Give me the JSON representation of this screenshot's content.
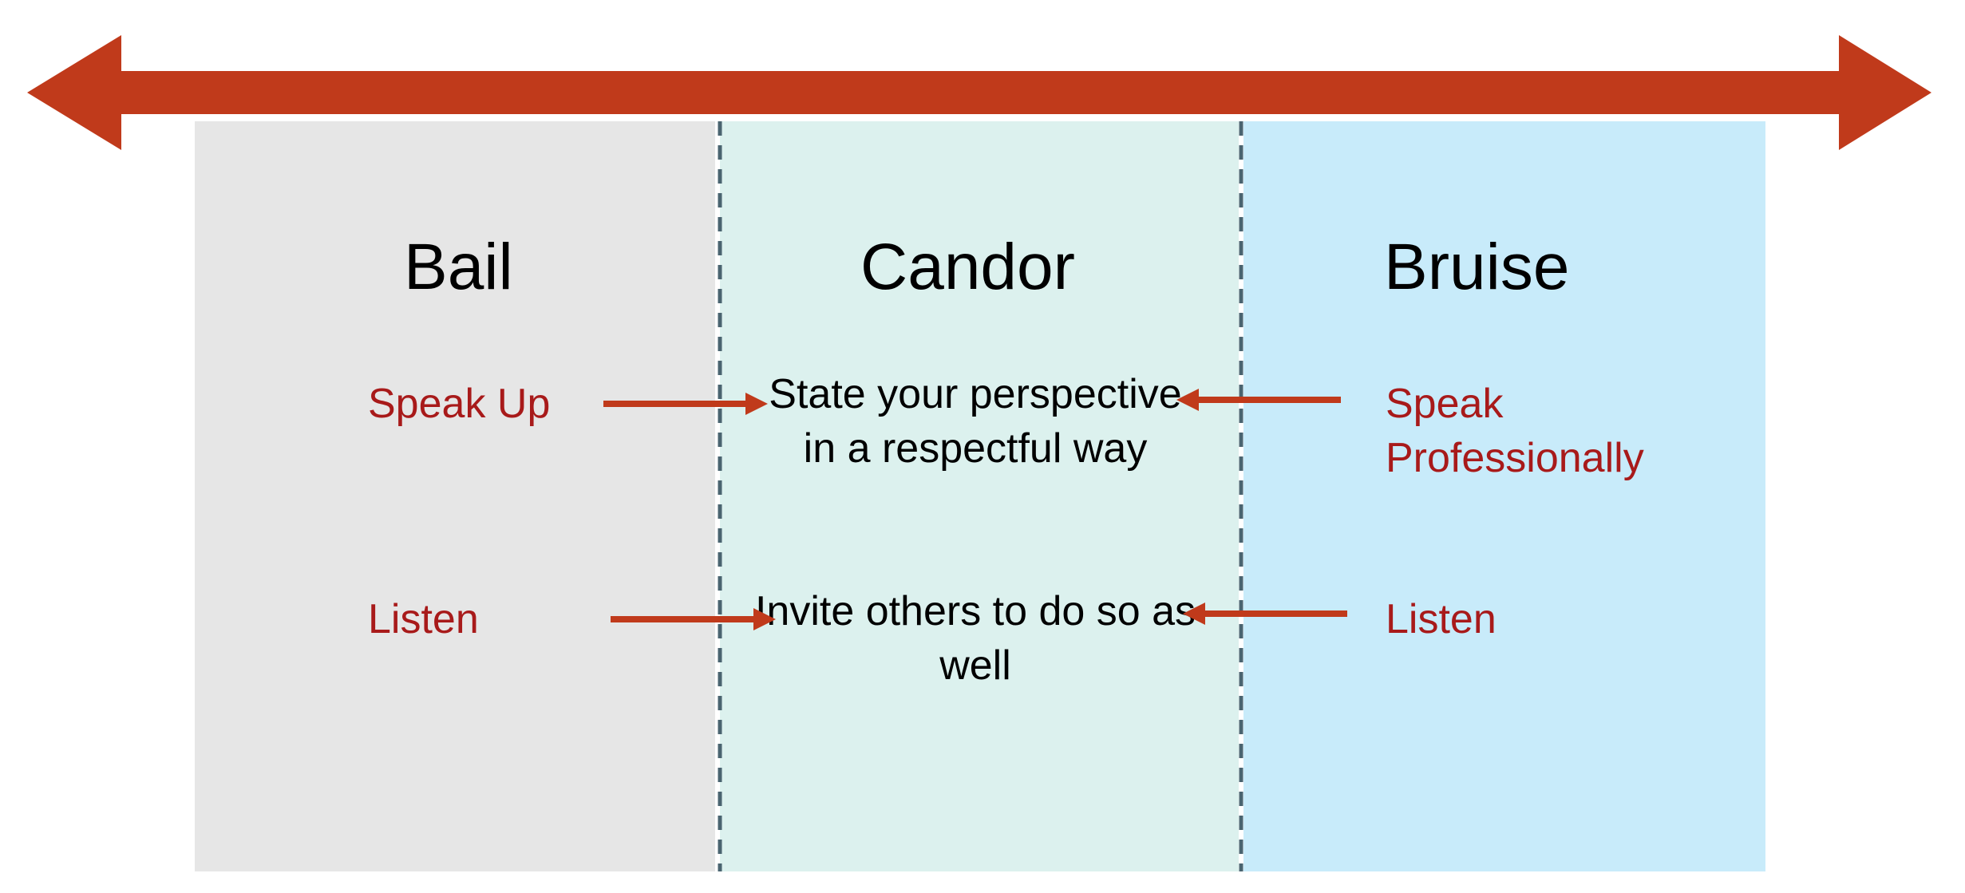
{
  "colors": {
    "bail_bg": "#e6e6e6",
    "candor_bg": "#dcf1ee",
    "bruise_bg": "#c8ebfa",
    "arrow": "#c03a1b",
    "label_red": "#a81a1a",
    "divider": "#4a6470"
  },
  "bail": {
    "title": "Bail",
    "speak_label": "Speak Up",
    "listen_label": "Listen"
  },
  "candor": {
    "title": "Candor",
    "speak_text": "State your perspective in a respectful way",
    "listen_text": "Invite others to do so as well"
  },
  "bruise": {
    "title": "Bruise",
    "speak_label": "Speak Professionally",
    "listen_label": "Listen"
  }
}
